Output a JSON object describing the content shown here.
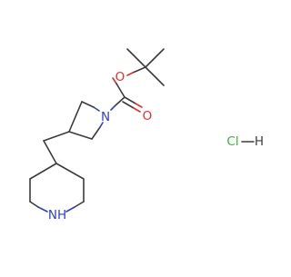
{
  "molecule": {
    "atom_labels": {
      "ester_oxygen": "O",
      "carbonyl_oxygen": "O",
      "azetidine_nitrogen": "N",
      "piperidine_nitrogen": "NH",
      "salt_chlorine": "Cl",
      "salt_hydrogen": "H"
    },
    "colors": {
      "bond": "#3c3c3c",
      "oxygen": "#e2302f",
      "nitrogen": "#3340c8",
      "chlorine": "#3fae3a",
      "hydrogen": "#3c3c3c"
    }
  }
}
